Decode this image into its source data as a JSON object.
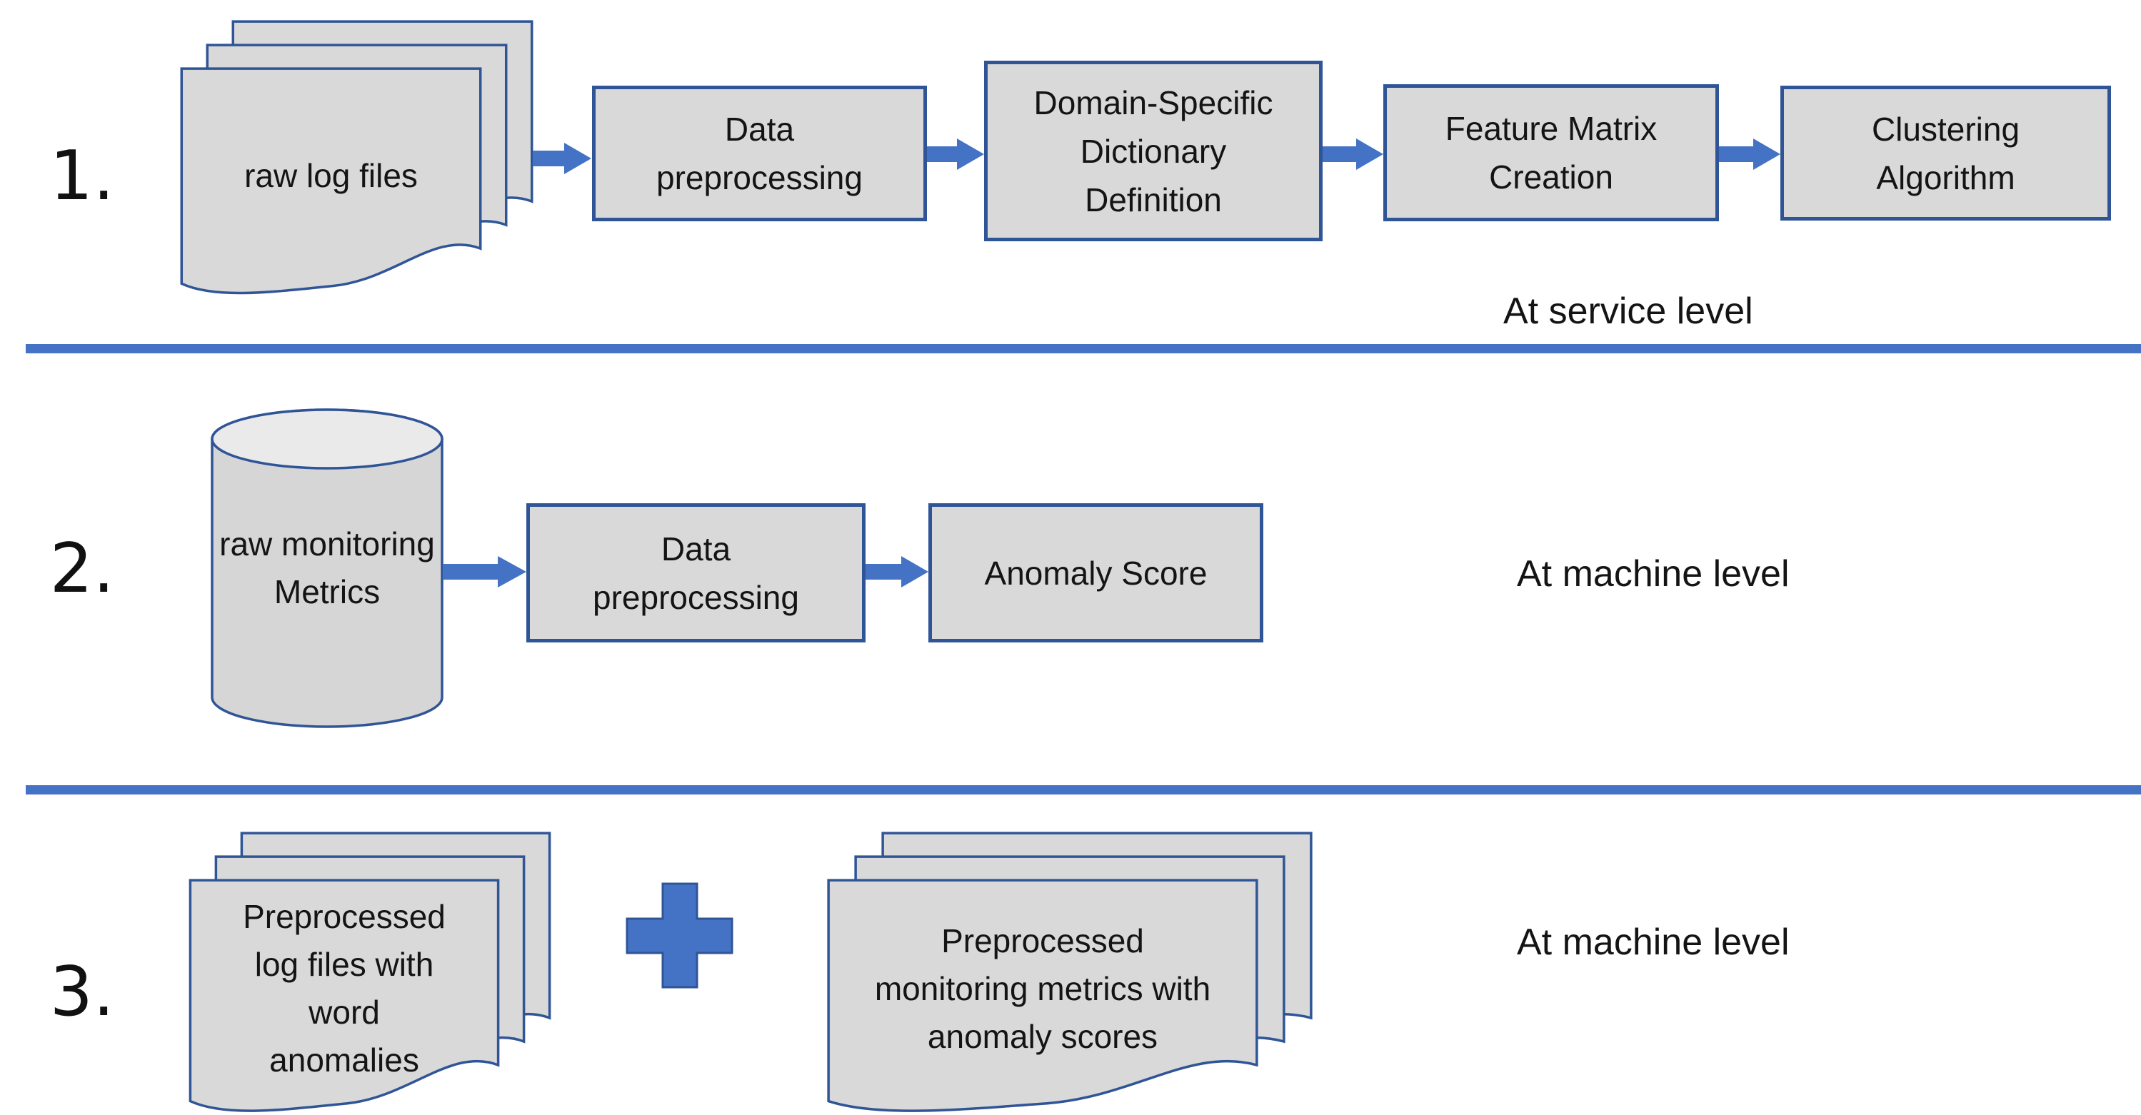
{
  "colors": {
    "accent_blue": "#4472C4",
    "shape_border_navy": "#2F5597",
    "shape_fill_gray": "#D9D9D9",
    "cylinder_top_gray": "#EAEAEA",
    "text": "#141414"
  },
  "rows": [
    {
      "number": "1.",
      "source_label": "raw log files",
      "steps": [
        "Data preprocessing",
        "Domain-Specific Dictionary Definition",
        "Feature Matrix Creation",
        "Clustering Algorithm"
      ],
      "annotation": "At service level"
    },
    {
      "number": "2.",
      "source_label": "raw monitoring Metrics",
      "steps": [
        "Data preprocessing",
        "Anomaly Score"
      ],
      "annotation": "At machine level"
    },
    {
      "number": "3.",
      "operands": [
        "Preprocessed log files with word anomalies",
        "Preprocessed monitoring metrics with anomaly scores"
      ],
      "operator": "+",
      "annotation": "At machine level"
    }
  ]
}
